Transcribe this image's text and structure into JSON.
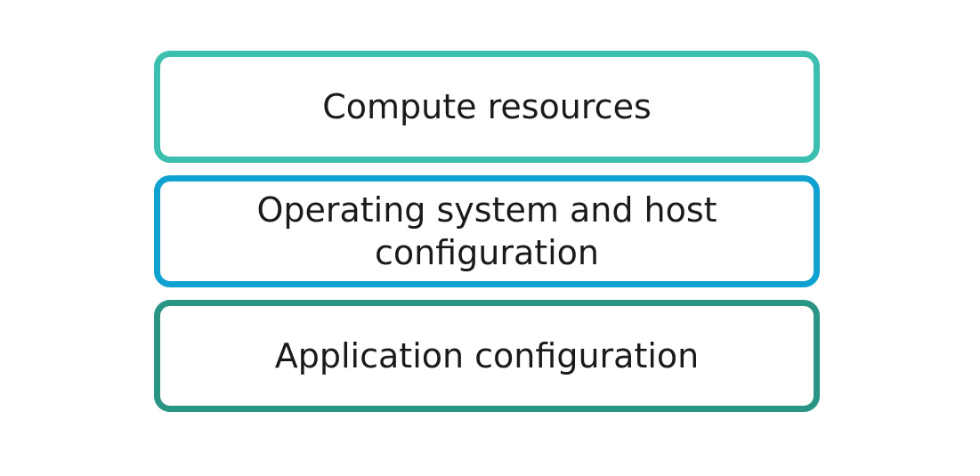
{
  "diagram": {
    "layers": [
      {
        "label": "Compute resources",
        "color": "#3dbfb0"
      },
      {
        "label": "Operating system and host configuration",
        "color": "#0fa1cf"
      },
      {
        "label": "Application configuration",
        "color": "#2a9585"
      }
    ]
  }
}
